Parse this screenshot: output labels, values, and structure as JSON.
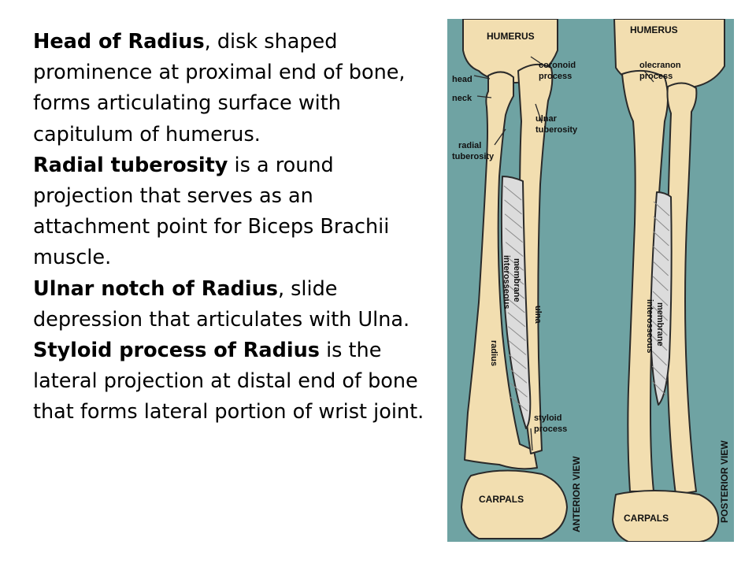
{
  "paragraphs": [
    {
      "bold": "Head of Radius",
      "rest": ", disk shaped prominence at proximal end of bone, forms articulating surface with capitulum of humerus."
    },
    {
      "bold": "Radial tuberosity",
      "rest": " is a round projection that serves as an attachment point for Biceps Brachii muscle."
    },
    {
      "bold": "Ulnar notch of Radius",
      "rest": ", slide depression that articulates with Ulna."
    },
    {
      "bold": "Styloid process of Radius",
      "rest": " is the lateral projection at distal end of bone that forms lateral portion of wrist joint."
    }
  ],
  "figure": {
    "labels": {
      "humerus_anterior": "HUMERUS",
      "humerus_posterior": "HUMERUS",
      "coronoid": [
        "coronoid",
        "process"
      ],
      "olecranon": [
        "olecranon",
        "process"
      ],
      "head": "head",
      "neck": "neck",
      "ulnar_tuberosity": [
        "ulnar",
        "tuberosity"
      ],
      "radial_tuberosity": [
        "radial",
        "tuberosity"
      ],
      "radius": "radius",
      "interosseous_anterior": [
        "interosseous",
        "membrane"
      ],
      "ulna": "ulna",
      "interosseous_posterior": [
        "interosseous",
        "membrane"
      ],
      "styloid": [
        "styloid",
        "process"
      ],
      "carpals_anterior": "CARPALS",
      "carpals_posterior": "CARPALS",
      "anterior_view": "ANTERIOR VIEW",
      "posterior_view": "POSTERIOR VIEW"
    },
    "colors": {
      "background": "#6fa3a3",
      "bone": "#f2deb0",
      "membrane": "#dcdcdc",
      "outline": "#2a2a2a"
    }
  }
}
